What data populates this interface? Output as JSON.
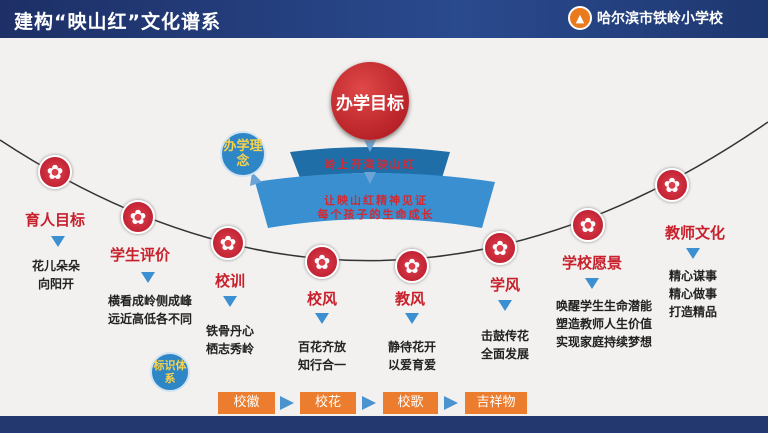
{
  "header": {
    "title": "建构“映山红”文化谱系",
    "school": "哈尔滨市铁岭小学校"
  },
  "center": {
    "goal": "办学目标",
    "idea": "办学理念",
    "band1": "岭上开满映山红",
    "band2_line1": "让映山红精神见证",
    "band2_line2": "每个孩子的生命成长"
  },
  "nodes": [
    {
      "label": "育人目标",
      "lines": [
        "花儿朵朵",
        "向阳开"
      ]
    },
    {
      "label": "学生评价",
      "lines": [
        "横看成岭侧成峰",
        "远近高低各不同"
      ]
    },
    {
      "label": "校训",
      "lines": [
        "铁骨丹心",
        "栖志秀岭"
      ]
    },
    {
      "label": "校风",
      "lines": [
        "百花齐放",
        "知行合一"
      ]
    },
    {
      "label": "教风",
      "lines": [
        "静待花开",
        "以爱育爱"
      ]
    },
    {
      "label": "学风",
      "lines": [
        "击鼓传花",
        "全面发展"
      ]
    },
    {
      "label": "学校愿景",
      "lines": [
        "唤醒学生生命潜能",
        "塑造教师人生价值",
        "实现家庭持续梦想"
      ]
    },
    {
      "label": "教师文化",
      "lines": [
        "精心谋事",
        "精心做事",
        "打造精品"
      ]
    }
  ],
  "identity": {
    "label": "标识体系",
    "items": [
      "校徽",
      "校花",
      "校歌",
      "吉祥物"
    ]
  }
}
